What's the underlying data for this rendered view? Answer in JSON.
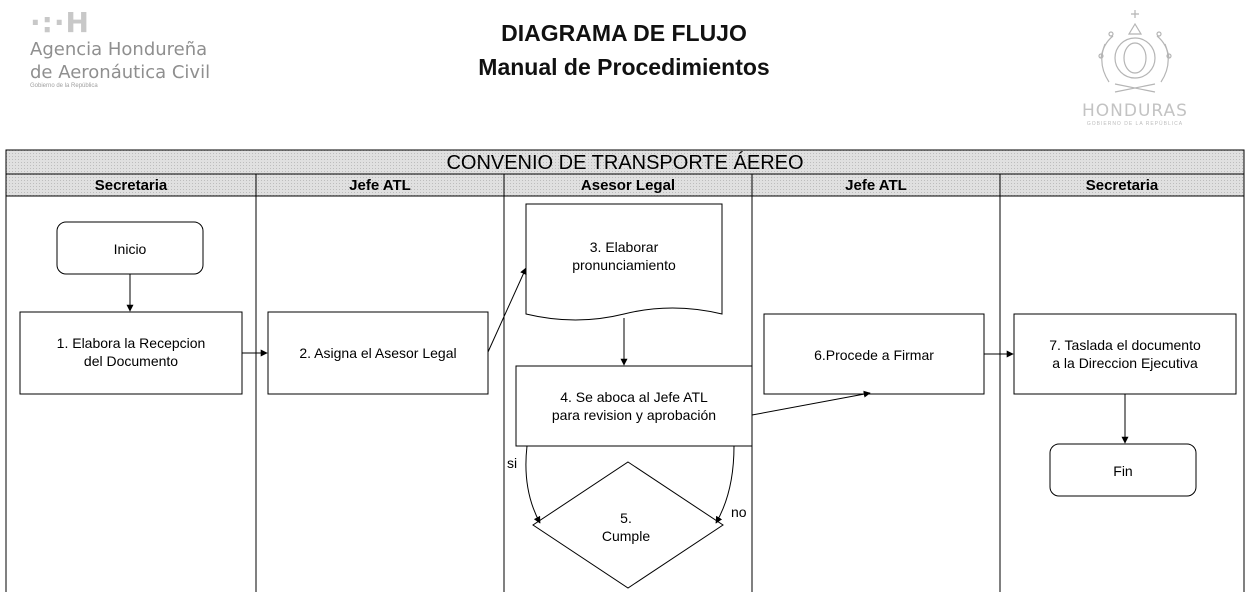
{
  "header": {
    "logo_left": {
      "mark": "·:·H",
      "line1": "Agencia Hondureña",
      "line2": "de Aeronáutica Civil",
      "line3": "Gobierno de la República"
    },
    "title": "DIAGRAMA DE FLUJO",
    "subtitle": "Manual de Procedimientos",
    "logo_right": {
      "name": "HONDURAS",
      "tagline": "GOBIERNO DE LA REPÚBLICA"
    }
  },
  "diagram": {
    "title": "CONVENIO DE TRANSPORTE ÁEREO",
    "lanes": [
      "Secretaria",
      "Jefe ATL",
      "Asesor Legal",
      "Jefe ATL",
      "Secretaria"
    ],
    "nodes": {
      "inicio": "Inicio",
      "step1": [
        "1. Elabora la Recepcion",
        "del Documento"
      ],
      "step2": "2. Asigna el Asesor Legal",
      "step3": [
        "3. Elaborar",
        "pronunciamiento"
      ],
      "step4": [
        "4. Se aboca al Jefe ATL",
        "para revision y aprobación"
      ],
      "step5": [
        "5.",
        "Cumple"
      ],
      "step6": "6.Procede a Firmar",
      "step7": [
        "7. Taslada el documento",
        "a la Direccion Ejecutiva"
      ],
      "fin": "Fin"
    },
    "labels": {
      "si": "si",
      "no": "no"
    }
  },
  "colors": {
    "header_band": "#d9d9d9",
    "line": "#000000",
    "logo_gray": "#b5b5b5"
  }
}
